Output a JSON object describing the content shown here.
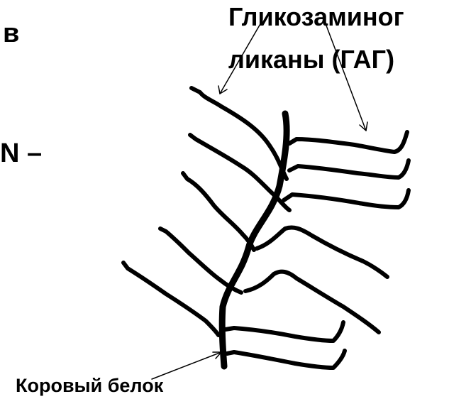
{
  "labels": {
    "fragment_top": "в",
    "fragment_mid": "N –",
    "gag_line1": "Гликозаминог",
    "gag_line2": "ликаны (ГАГ)",
    "core_protein": "Коровый белок"
  },
  "colors": {
    "stroke": "#000000",
    "background": "#ffffff"
  }
}
